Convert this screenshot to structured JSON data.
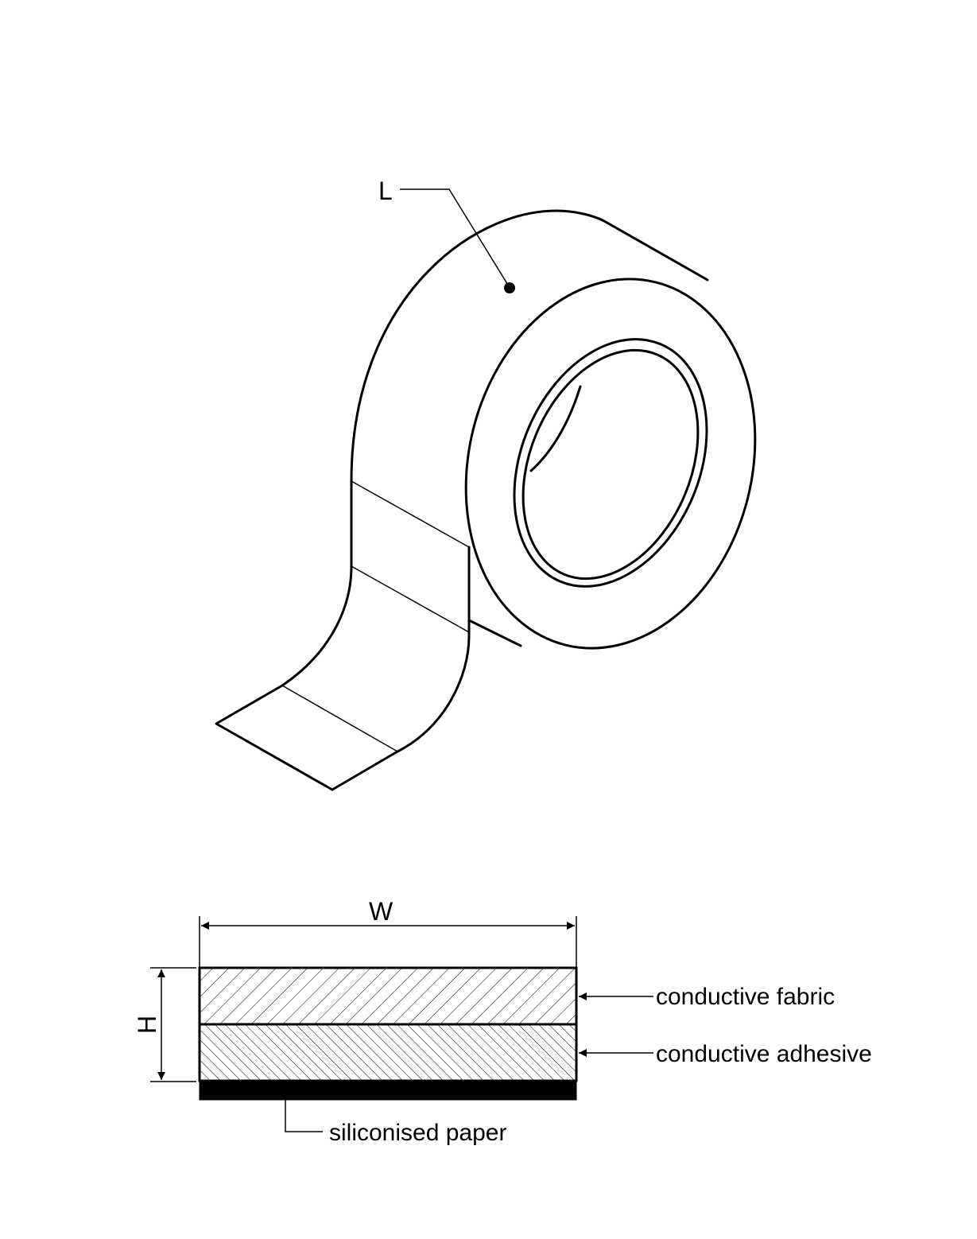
{
  "roll_view": {
    "length_label": "L"
  },
  "cross_section": {
    "width_label": "W",
    "height_label": "H",
    "layers": [
      {
        "name": "conductive fabric",
        "hatch": "forward-diagonal"
      },
      {
        "name": "conductive adhesive",
        "hatch": "back-diagonal"
      },
      {
        "name": "siliconised paper",
        "fill": "#000000"
      }
    ]
  }
}
